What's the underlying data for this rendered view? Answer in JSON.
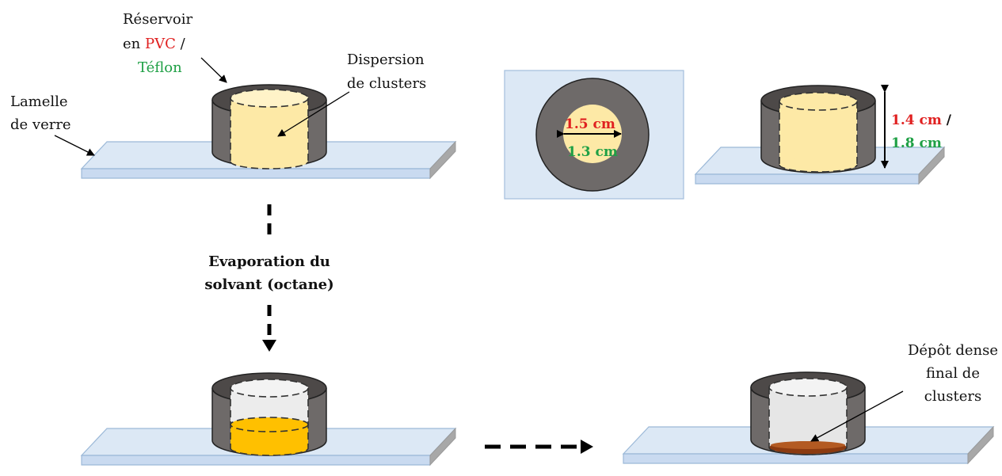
{
  "labels": {
    "reservoir_line1": "Réservoir",
    "reservoir_line2_prefix": "en ",
    "reservoir_pvc": "PVC",
    "reservoir_slash": " /",
    "reservoir_teflon": "Téflon",
    "lamelle_line1": "Lamelle",
    "lamelle_line2": "de verre",
    "dispersion_line1": "Dispersion",
    "dispersion_line2": "de clusters",
    "evap_line1": "Evaporation du",
    "evap_line2": "solvant (octane)",
    "depot_line1": "Dépôt dense",
    "depot_line2": "final de",
    "depot_line3": "clusters"
  },
  "dimensions": {
    "diameter_pvc": "1.5 cm",
    "diameter_teflon": "1.3 cm",
    "height_pvc": "1.4 cm",
    "height_slash": " /",
    "height_teflon": "1.8 cm"
  },
  "colors": {
    "pvc": "#e02020",
    "teflon": "#1fa045",
    "glass": "#dce8f5",
    "reservoir": "#6e6a69",
    "dispersion": "#fde9a6",
    "liquid": "#ffc000",
    "deposit": "#8b3a10"
  }
}
